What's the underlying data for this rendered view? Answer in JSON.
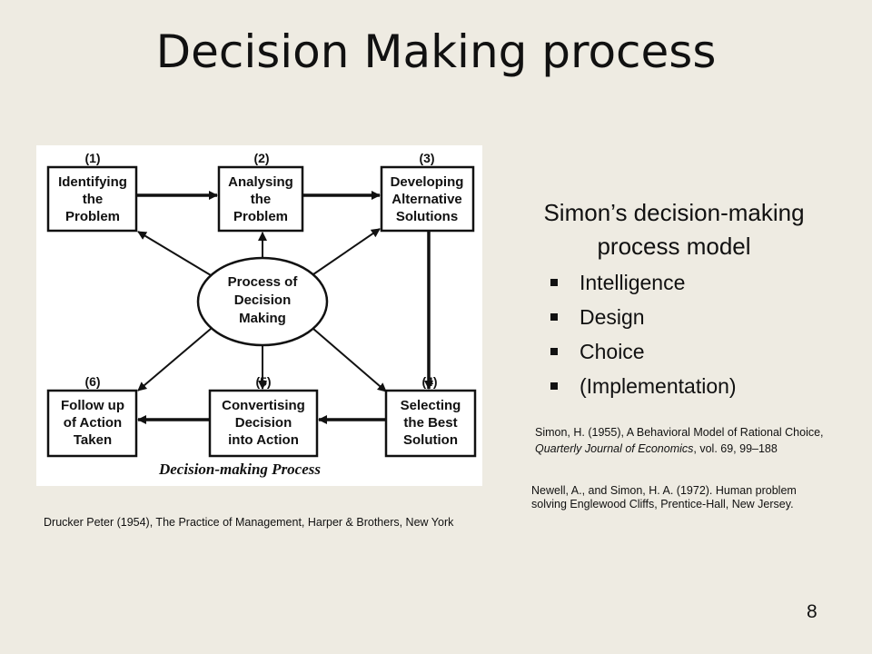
{
  "slide": {
    "title": "Decision Making process",
    "page_number": "8"
  },
  "diagram": {
    "center_lines": [
      "Process of",
      "Decision",
      "Making"
    ],
    "caption": "Decision-making Process",
    "steps": [
      {
        "number": "(1)",
        "lines": [
          "Identifying",
          "the",
          "Problem"
        ]
      },
      {
        "number": "(2)",
        "lines": [
          "Analysing",
          "the",
          "Problem"
        ]
      },
      {
        "number": "(3)",
        "lines": [
          "Developing",
          "Alternative",
          "Solutions"
        ]
      },
      {
        "number": "(4)",
        "lines": [
          "Selecting",
          "the Best",
          "Solution"
        ]
      },
      {
        "number": "(5)",
        "lines": [
          "Convertising",
          "Decision",
          "into Action"
        ]
      },
      {
        "number": "(6)",
        "lines": [
          "Follow up",
          "of Action",
          "Taken"
        ]
      }
    ],
    "source_note": "Drucker Peter (1954), The Practice of Management, Harper & Brothers, New York"
  },
  "model": {
    "title": "Simon’s decision-making process model",
    "bullets": [
      "Intelligence",
      "Design",
      "Choice",
      "(Implementation)"
    ]
  },
  "references": {
    "simon_prefix": "Simon, H. (1955),  A Behavioral Model of Rational Choice, ",
    "simon_journal": "Quarterly Journal of Economics",
    "simon_suffix": ", vol. 69, 99–188",
    "newell": "Newell, A., and Simon, H. A. (1972). Human problem solving Englewood Cliffs, Prentice-Hall, New Jersey."
  }
}
